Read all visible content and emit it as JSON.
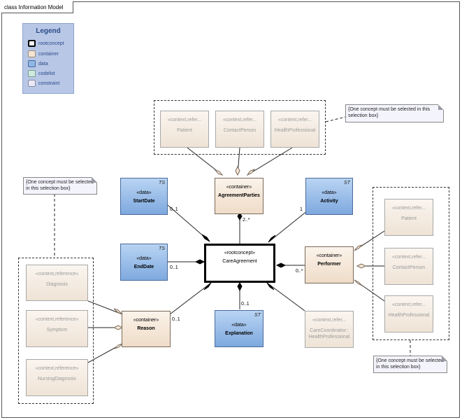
{
  "frame_title": "class Information Model",
  "legend": {
    "title": "Legend",
    "items": [
      {
        "label": "rootconcept",
        "color": "#ffffff",
        "border": "#000000"
      },
      {
        "label": "container",
        "color": "#f5e4d3",
        "border": "#9a8a7a"
      },
      {
        "label": "data",
        "color": "#8fb7e6",
        "border": "#4a6a9a"
      },
      {
        "label": "codelist",
        "color": "#cfeadd",
        "border": "#7aa090"
      },
      {
        "label": "constraint",
        "color": "#e9e9f7",
        "border": "#8a8aa0"
      }
    ]
  },
  "root": {
    "stereo": "«rootconcept»",
    "name": "CareAgreement"
  },
  "containers": {
    "agreement_parties": {
      "stereo": "«container»",
      "name": "AgreementParties"
    },
    "performer": {
      "stereo": "«container»",
      "name": "Performer"
    },
    "reason": {
      "stereo": "«container»",
      "name": "Reason"
    }
  },
  "data_boxes": {
    "start_date": {
      "stereo": "«data»",
      "name": "StartDate",
      "type": "TS"
    },
    "end_date": {
      "stereo": "«data»",
      "name": "EndDate",
      "type": "TS"
    },
    "activity": {
      "stereo": "«data»",
      "name": "Activity",
      "type": "ST"
    },
    "explanation": {
      "stereo": "«data»",
      "name": "Explanation",
      "type": "ST"
    }
  },
  "refs": {
    "ap_patient": {
      "stereo": "«context,refer...",
      "name": "Patient"
    },
    "ap_contact": {
      "stereo": "«context,refer...",
      "name": "ContactPerson"
    },
    "ap_hp": {
      "stereo": "«context,refer...",
      "name": "HealthProfessional"
    },
    "pf_patient": {
      "stereo": "«context,refer...",
      "name": "Patient"
    },
    "pf_contact": {
      "stereo": "«context,refer...",
      "name": "ContactPerson"
    },
    "pf_hp": {
      "stereo": "«context,refer...",
      "name": "HealthProfessional"
    },
    "rs_diagnosis": {
      "stereo": "«context,reference»",
      "name": "Diagnosis"
    },
    "rs_symptom": {
      "stereo": "«context,reference»",
      "name": "Symptom"
    },
    "rs_nursing": {
      "stereo": "«context,reference»",
      "name": "NursingDiagnosis"
    },
    "care_coord": {
      "stereo": "«context,refer...",
      "name1": "CareCoordinator::",
      "name2": "HealthProfessional"
    }
  },
  "notes": {
    "top": "{One concept must be selected in this selection box}",
    "left": "{One concept must be selected in this selection box}",
    "right": "{One concept must be selected in this selection box}"
  },
  "multiplicities": {
    "start_date": "0..1",
    "end_date": "0..1",
    "agreement_parties": "2..*",
    "activity": "1",
    "performer": "0..*",
    "explanation": "0..1",
    "reason": "0..1"
  }
}
